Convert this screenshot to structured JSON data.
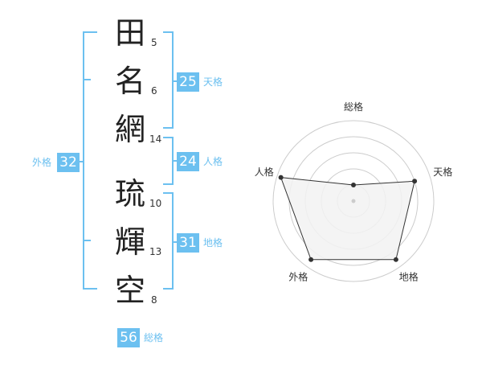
{
  "characters": [
    {
      "char": "田",
      "strokes": "5"
    },
    {
      "char": "名",
      "strokes": "6"
    },
    {
      "char": "網",
      "strokes": "14"
    },
    {
      "char": "琉",
      "strokes": "10"
    },
    {
      "char": "輝",
      "strokes": "13"
    },
    {
      "char": "空",
      "strokes": "8"
    }
  ],
  "scores": {
    "tenkaku": {
      "value": "25",
      "label": "天格"
    },
    "jinkaku": {
      "value": "24",
      "label": "人格"
    },
    "chikaku": {
      "value": "31",
      "label": "地格"
    },
    "gaikaku": {
      "value": "32",
      "label": "外格"
    },
    "soukaku": {
      "value": "56",
      "label": "総格"
    }
  },
  "chart_data": {
    "type": "radar",
    "axes": [
      "総格",
      "天格",
      "地格",
      "外格",
      "人格"
    ],
    "values": [
      0.2,
      0.8,
      0.9,
      0.9,
      0.95
    ],
    "rings": 5,
    "colors": {
      "accent": "#6cc0f0",
      "fill": "#f2f2f2",
      "line": "#333333",
      "grid": "#cccccc"
    }
  }
}
